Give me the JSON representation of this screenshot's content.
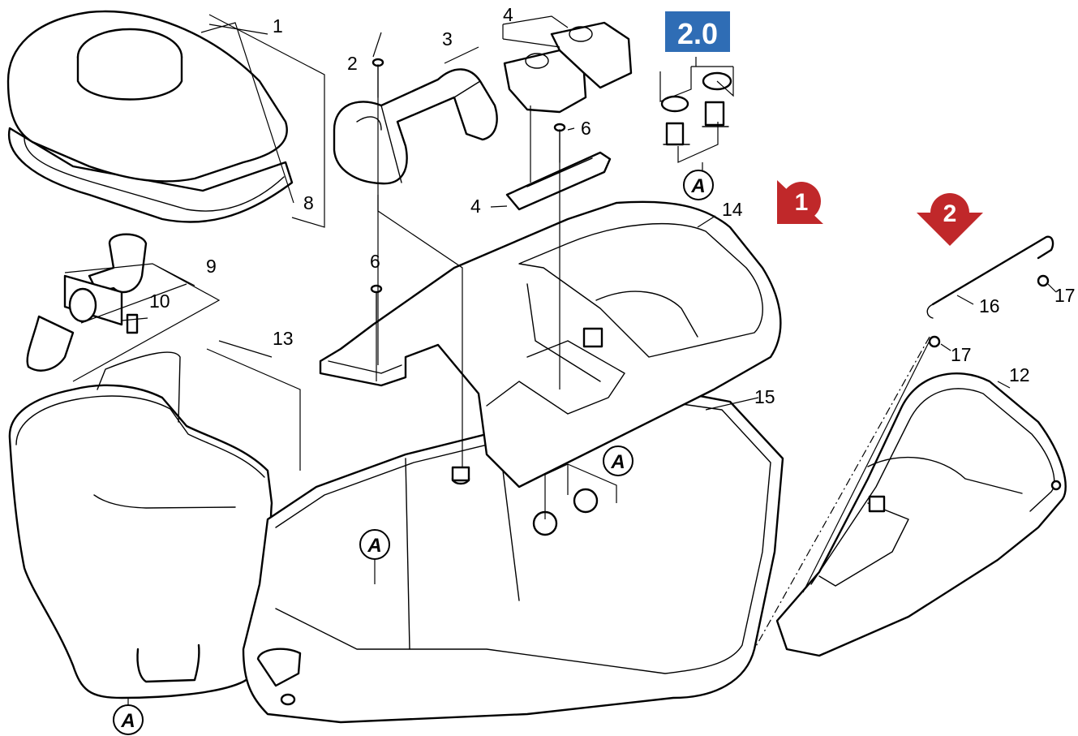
{
  "badge": {
    "text": "2.0",
    "color": "#2f6db5"
  },
  "marker_color": "#c0282a",
  "markers": {
    "view_1": "1",
    "view_2": "2"
  },
  "callout_letter": "A",
  "part_numbers": {
    "p1": "1",
    "p2": "2",
    "p3": "3",
    "p4_top": "4",
    "p4_mid": "4",
    "p6_a": "6",
    "p6_b": "6",
    "p8": "8",
    "p9": "9",
    "p10": "10",
    "p12": "12",
    "p13": "13",
    "p14": "14",
    "p15": "15",
    "p16": "16",
    "p17_a": "17",
    "p17_b": "17"
  }
}
